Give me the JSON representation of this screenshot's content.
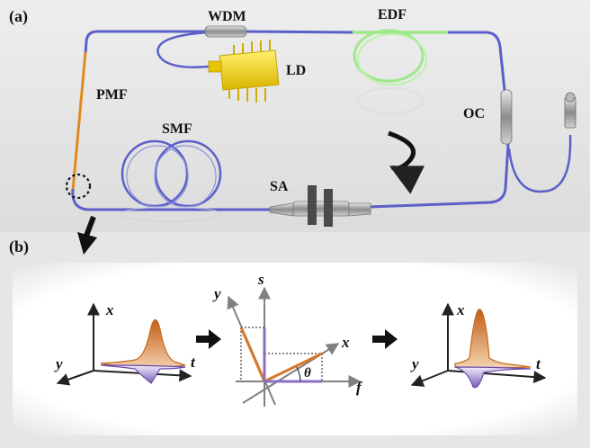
{
  "panel_a": {
    "label": "(a)",
    "components": {
      "wdm": "WDM",
      "edf": "EDF",
      "ld": "LD",
      "pmf": "PMF",
      "smf": "SMF",
      "oc": "OC",
      "sa": "SA"
    }
  },
  "panel_b": {
    "label": "(b)",
    "left_axes": {
      "x": "x",
      "y": "y",
      "t": "t"
    },
    "middle_axes": {
      "s": "s",
      "f": "f",
      "x": "x",
      "y": "y",
      "angle": "θ"
    },
    "right_axes": {
      "x": "x",
      "y": "y",
      "t": "t"
    }
  },
  "colors": {
    "fiber": "#5b60c8",
    "pmf_fiber": "#e08a20",
    "edf_fiber": "#9ce88a",
    "ld_body": "#f2d21a",
    "orange_pulse": "#d9782a",
    "purple_pulse": "#8a6fc4"
  }
}
